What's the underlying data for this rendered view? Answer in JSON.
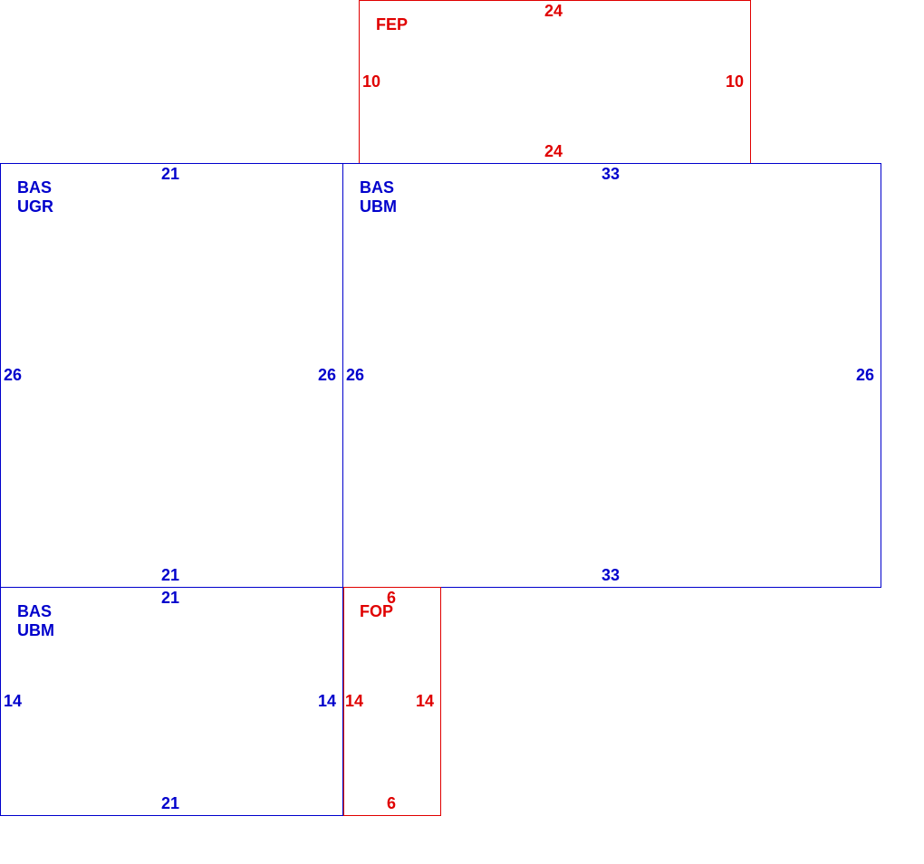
{
  "colors": {
    "blue": "#0000cc",
    "red": "#e00000"
  },
  "rooms": {
    "fep": {
      "label_line1": "FEP",
      "top": "24",
      "bottom": "24",
      "left": "10",
      "right": "10"
    },
    "bas_ugr": {
      "label_line1": "BAS",
      "label_line2": "UGR",
      "top": "21",
      "bottom": "21",
      "left": "26",
      "right": "26"
    },
    "bas_ubm_large": {
      "label_line1": "BAS",
      "label_line2": "UBM",
      "top": "33",
      "bottom": "33",
      "left": "26",
      "right": "26"
    },
    "bas_ubm_small": {
      "label_line1": "BAS",
      "label_line2": "UBM",
      "top": "21",
      "bottom": "21",
      "left": "14",
      "right": "14"
    },
    "fop": {
      "label_line1": "FOP",
      "top": "6",
      "bottom": "6",
      "left": "14",
      "right": "14"
    }
  }
}
